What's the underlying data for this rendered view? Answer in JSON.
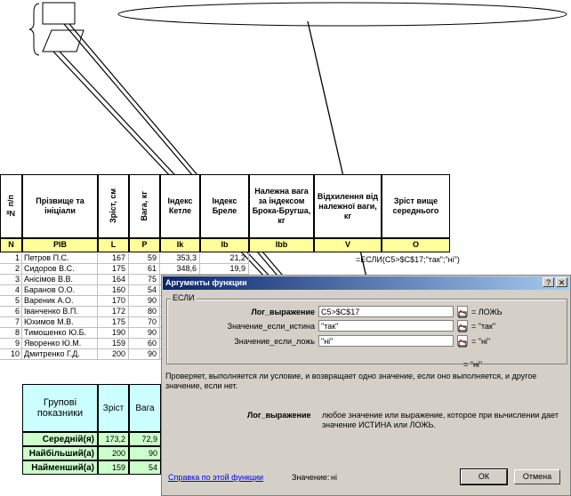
{
  "table": {
    "headers": [
      "№ п/п",
      "Прізвище та ініціали",
      "Зріст, см",
      "Вага, кг",
      "Індекс Кетле",
      "Індекс Бреле",
      "Належна вага за індексом Брока-Бругша, кг",
      "Відхилення від належної ваги, кг",
      "Зріст вище середнього"
    ],
    "codes": [
      "N",
      "PIB",
      "L",
      "P",
      "Ik",
      "Ib",
      "Ibb",
      "V",
      "O"
    ],
    "rows": [
      {
        "n": "1",
        "name": "Петров П.С.",
        "l": "167",
        "p": "59",
        "ik": "353,3",
        "ib": "21,2"
      },
      {
        "n": "2",
        "name": "Сидоров В.С.",
        "l": "175",
        "p": "61",
        "ik": "348,6",
        "ib": "19,9"
      },
      {
        "n": "3",
        "name": "Анісімов В.В.",
        "l": "164",
        "p": "75",
        "ik": "",
        "ib": ""
      },
      {
        "n": "4",
        "name": "Баранов О.О.",
        "l": "160",
        "p": "54",
        "ik": "",
        "ib": ""
      },
      {
        "n": "5",
        "name": "Вареник А.О.",
        "l": "170",
        "p": "90",
        "ik": "",
        "ib": ""
      },
      {
        "n": "6",
        "name": "Іванченко В.П.",
        "l": "172",
        "p": "80",
        "ik": "",
        "ib": ""
      },
      {
        "n": "7",
        "name": "Юхимов М.В.",
        "l": "175",
        "p": "70",
        "ik": "",
        "ib": ""
      },
      {
        "n": "8",
        "name": "Тимошенко Ю.Б.",
        "l": "190",
        "p": "90",
        "ik": "",
        "ib": ""
      },
      {
        "n": "9",
        "name": "Яворенко Ю.М.",
        "l": "159",
        "p": "60",
        "ik": "",
        "ib": ""
      },
      {
        "n": "10",
        "name": "Дмитренко Г.Д.",
        "l": "200",
        "p": "90",
        "ik": "",
        "ib": ""
      }
    ],
    "formula": "=ЕСЛИ(C5>$C$17;\"так\";\"ні\")"
  },
  "group": {
    "title": "Групові показники",
    "col_height": "Зріст",
    "col_weight": "Вага",
    "rows": [
      {
        "label": "Середній(я)",
        "h": "173,2",
        "w": "72,9"
      },
      {
        "label": "Найбільший(а)",
        "h": "200",
        "w": "90"
      },
      {
        "label": "Найменший(а)",
        "h": "159",
        "w": "54"
      }
    ]
  },
  "dialog": {
    "title": "Аргументы функции",
    "help_btn": "?",
    "close_btn": "✕",
    "group_name": "ЕСЛИ",
    "arg1_label": "Лог_выражение",
    "arg1_value": "C5>$C$17",
    "arg1_result": "= ЛОЖЬ",
    "arg2_label": "Значение_если_истина",
    "arg2_value": "\"так\"",
    "arg2_result": "= \"так\"",
    "arg3_label": "Значение_если_ложь",
    "arg3_value": "\"ні\"",
    "arg3_result": "= \"ні\"",
    "total_result": "= \"ні\"",
    "description": "Проверяет, выполняется ли условие, и возвращает одно значение, если оно выполняется, и другое значение, если нет.",
    "detail_label": "Лог_выражение",
    "detail_text": "любое значение или выражение, которое при вычислении дает значение ИСТИНА или ЛОЖЬ.",
    "help_link": "Справка по этой функции",
    "value_label": "Значение:",
    "value": "ні",
    "ok": "ОК",
    "cancel": "Отмена"
  }
}
